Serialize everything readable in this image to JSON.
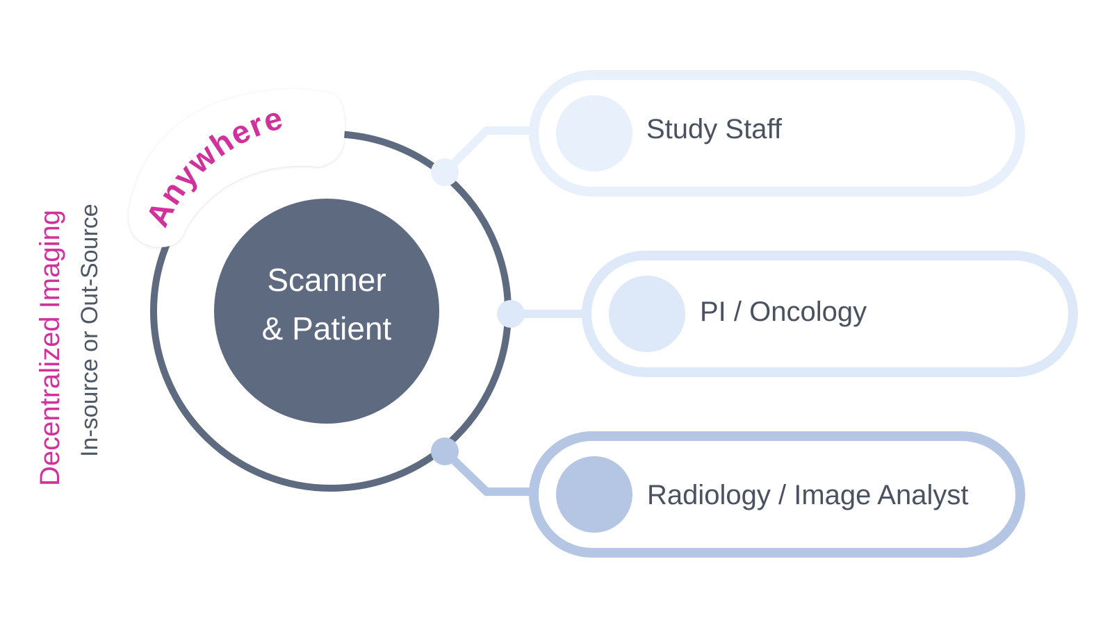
{
  "side_title": {
    "main": "Decentralized Imaging",
    "sub": "In-source or Out-Source"
  },
  "hub": {
    "badge": "Anywhere",
    "line1": "Scanner",
    "line2": "& Patient"
  },
  "roles": [
    {
      "label": "Study Staff"
    },
    {
      "label": "PI / Oncology"
    },
    {
      "label": "Radiology / Image Analyst"
    }
  ],
  "colors": {
    "accent": "#d0329b",
    "hub": "#5e6a7f",
    "ring": "#5e6a7f",
    "role_1": "#e8f0fb",
    "role_2": "#dde8f8",
    "role_3": "#b4c6e4"
  }
}
